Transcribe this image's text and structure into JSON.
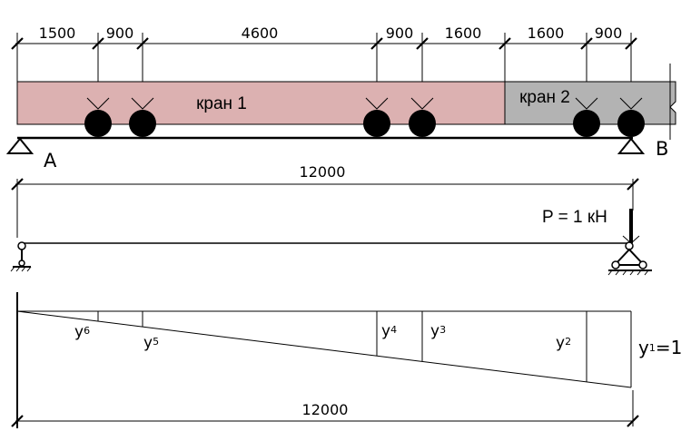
{
  "dimensions_top": [
    "1500",
    "900",
    "4600",
    "900",
    "1600",
    "1600",
    "900"
  ],
  "cranes": [
    {
      "name": "кран 1",
      "color": "#dcb1b1"
    },
    {
      "name": "кран 2",
      "color": "#b3b3b3"
    }
  ],
  "supports": {
    "left": "A",
    "right": "B"
  },
  "span_label": "12000",
  "load_label": "P = 1 кН",
  "ordinates": [
    {
      "letter": "y",
      "index": "6"
    },
    {
      "letter": "y",
      "index": "5"
    },
    {
      "letter": "y",
      "index": "4"
    },
    {
      "letter": "y",
      "index": "3"
    },
    {
      "letter": "y",
      "index": "2"
    },
    {
      "letter": "y",
      "index": "1",
      "value": "=1"
    }
  ],
  "span_label_bottom": "12000"
}
